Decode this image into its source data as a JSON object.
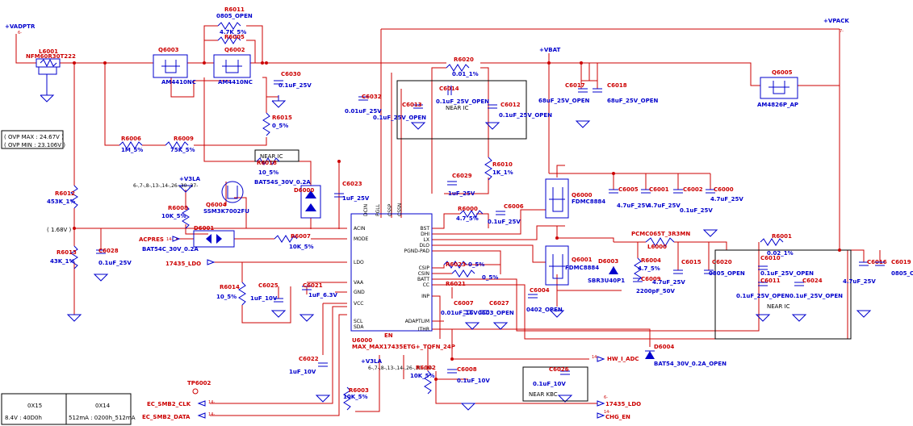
{
  "nets": {
    "vadptr": "+VADPTR",
    "vpack": "+VPACK",
    "vbat": "+VBAT",
    "v3la_1": "+V3LA",
    "v3la_2": "+V3LA",
    "v3la_list_1": "6-,7-,8-,13-,14-,26-,30-,37-",
    "v3la_list_2": "6-,7-,8-,13-,14-,26-,30-,37-",
    "acpres": "ACPRES",
    "ldo_17435": "17435_LDO",
    "ldo_17435_out": "17435_LDO",
    "hw_i_adc": "HW_I_ADC",
    "chg_en": "CHG_EN",
    "smb_clk": "EC_SMB2_CLK",
    "smb_data": "EC_SMB2_DATA",
    "tp": "TP6002"
  },
  "ovp": {
    "max": "( OVP MAX : 24.67V )",
    "min": "( OVP MIN : 23.106V )",
    "v168": "( 1.68V )"
  },
  "notes": {
    "near_ic_1": "NEAR IC",
    "near_ic_2": "NEAR IC",
    "near_ic_3": "NEAR IC",
    "near_kbc": "NEAR KBC"
  },
  "components": {
    "l6001": {
      "ref": "L6001",
      "val": "NFM60R30T222"
    },
    "r6011": {
      "ref": "R6011",
      "val": "0805_OPEN"
    },
    "r6005": {
      "ref": "R6005",
      "val": "4.7K_5%"
    },
    "q6003": {
      "ref": "Q6003",
      "val": "AM4410NC"
    },
    "q6002": {
      "ref": "Q6002",
      "val": "AM4410NC"
    },
    "c6030": {
      "ref": "C6030",
      "val": "0.1uF_25V"
    },
    "r6015": {
      "ref": "R6015",
      "val": "0_5%"
    },
    "r6020": {
      "ref": "R6020",
      "val": "0.01_1%"
    },
    "c6032": {
      "ref": "C6032",
      "val": "0.01uF_25V"
    },
    "c6013": {
      "ref": "C6013",
      "val": "0.1uF_25V_OPEN"
    },
    "c6014": {
      "ref": "C6014",
      "val": "0.1uF_25V_OPEN"
    },
    "c6012": {
      "ref": "C6012",
      "val": "0.1uF_25V_OPEN"
    },
    "c6017": {
      "ref": "C6017",
      "val": "68uF_25V_OPEN"
    },
    "c6018": {
      "ref": "C6018",
      "val": "68uF_25V_OPEN"
    },
    "q6005": {
      "ref": "Q6005",
      "val": "AM4826P_AP"
    },
    "r6006": {
      "ref": "R6006",
      "val": "1M_5%"
    },
    "r6009": {
      "ref": "R6009",
      "val": "75K_5%"
    },
    "r6018": {
      "ref": "R6018",
      "val": "10_5%"
    },
    "d6000": {
      "ref": "D6000",
      "val": "BAT54S_30V_0.2A"
    },
    "c6023": {
      "ref": "C6023",
      "val": "1uF_25V"
    },
    "r6010": {
      "ref": "R6010",
      "val": "1K_1%"
    },
    "c6029": {
      "ref": "C6029",
      "val": "1uF_25V"
    },
    "r6012": {
      "ref": "R6012",
      "val": "453K_1%"
    },
    "q6004": {
      "ref": "Q6004",
      "val": "SSM3K7002FU"
    },
    "r6008": {
      "ref": "R6008",
      "val": "10K_5%"
    },
    "d6001": {
      "ref": "D6001",
      "val": "BAT54C_30V_0.2A"
    },
    "r6007": {
      "ref": "R6007",
      "val": "10K_5%"
    },
    "r6013": {
      "ref": "R6013",
      "val": "43K_1%"
    },
    "c6028": {
      "ref": "C6028",
      "val": "0.1uF_25V"
    },
    "r6014": {
      "ref": "R6014",
      "val": "10_5%"
    },
    "c6025": {
      "ref": "C6025",
      "val": "1uF_10V"
    },
    "c6021": {
      "ref": "C6021",
      "val": "1uF_6.3V"
    },
    "c6022": {
      "ref": "C6022",
      "val": "1uF_10V"
    },
    "r6000": {
      "ref": "R6000",
      "val": "4.7_5%"
    },
    "c6006": {
      "ref": "C6006",
      "val": "0.1uF_25V"
    },
    "q6000": {
      "ref": "Q6000",
      "val": "FDMC8884"
    },
    "q6001": {
      "ref": "Q6001",
      "val": "FDMC8884"
    },
    "c6005": {
      "ref": "C6005",
      "val": "4.7uF_25V"
    },
    "c6001": {
      "ref": "C6001",
      "val": "4.7uF_25V"
    },
    "c6002": {
      "ref": "C6002",
      "val": "0.1uF_25V"
    },
    "c6000": {
      "ref": "C6000",
      "val": "4.7uF_25V"
    },
    "r6023": {
      "ref": "R6023",
      "val": "0_5%"
    },
    "r6021": {
      "ref": "R6021",
      "val": "0_5%"
    },
    "c6007": {
      "ref": "C6007",
      "val": "0.01uF_16V"
    },
    "c6027": {
      "ref": "C6027",
      "val": "0603_OPEN"
    },
    "c6004": {
      "ref": "C6004",
      "val": "0402_OPEN"
    },
    "d6003": {
      "ref": "D6003",
      "val": "SBR3U40P1"
    },
    "r6004": {
      "ref": "R6004",
      "val": "4.7_5%"
    },
    "c6009": {
      "ref": "C6009",
      "val": "2200pF_50V"
    },
    "l6000": {
      "ref": "L6000",
      "val": "PCMC065T_3R3MN"
    },
    "c6015": {
      "ref": "C6015",
      "val": "4.7uF_25V"
    },
    "c6020": {
      "ref": "C6020",
      "val": "0805_OPEN"
    },
    "r6001": {
      "ref": "R6001",
      "val": "0.02_1%"
    },
    "c6010": {
      "ref": "C6010",
      "val": "0.1uF_25V_OPEN"
    },
    "c6011": {
      "ref": "C6011",
      "val": "0.1uF_25V_OPEN"
    },
    "c6024": {
      "ref": "C6024",
      "val": "0.1uF_25V_OPEN"
    },
    "c6016": {
      "ref": "C6016",
      "val": "4.7uF_25V"
    },
    "c6019": {
      "ref": "C6019",
      "val": "0805_OPEN"
    },
    "d6004": {
      "ref": "D6004",
      "val": "BAT54_30V_0.2A_OPEN"
    },
    "c6008": {
      "ref": "C6008",
      "val": "0.1uF_10V"
    },
    "r6002": {
      "ref": "R6002",
      "val": "10K_5%"
    },
    "r6003": {
      "ref": "R6003",
      "val": "10K_5%"
    },
    "c6026": {
      "ref": "C6026",
      "val": "0.1uF_10V"
    }
  },
  "ic": {
    "ref": "U6000",
    "name": "MAX_MAX17435ETG+_TQFN_24P",
    "left_pins": [
      "ACIN",
      "MODE",
      "LDO",
      "VAA",
      "GND",
      "VCC",
      "SCL",
      "SDA"
    ],
    "top_pins": [
      "DCIN",
      "PGLL",
      "CSSP",
      "CSSN"
    ],
    "right_pins": [
      "BST",
      "DHI",
      "LX",
      "DLO",
      "PGND-PAD",
      "CSIP",
      "CSIN",
      "BATT",
      "CC",
      "INP",
      "ADAPTLIM",
      "ITHR"
    ],
    "bottom_pin": "EN"
  },
  "table": {
    "col1_head": "0X15",
    "col1_val": "8.4V : 40D0h",
    "col2_head": "0X14",
    "col2_val": "512mA : 0200h_512mA"
  }
}
